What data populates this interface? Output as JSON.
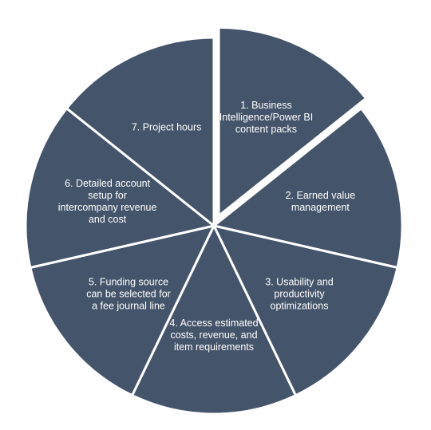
{
  "slice_color": "#44546A",
  "separator_color": "#FFFFFF",
  "text_color": "#FFFFFF",
  "items": [
    {
      "label": "1. Business\nIntelligence/Power BI\ncontent packs",
      "exploded": true
    },
    {
      "label": "2. Earned value\nmanagement",
      "exploded": false
    },
    {
      "label": "3. Usability and\nproductivity\noptimizations",
      "exploded": false
    },
    {
      "label": "4. Access estimated\ncosts, revenue, and\nitem requirements",
      "exploded": false
    },
    {
      "label": "5. Funding source\ncan be selected for\na fee journal line",
      "exploded": false
    },
    {
      "label": "6. Detailed account\nsetup for\nintercompany revenue\nand cost",
      "exploded": false
    },
    {
      "label": "7. Project hours",
      "exploded": false
    }
  ]
}
